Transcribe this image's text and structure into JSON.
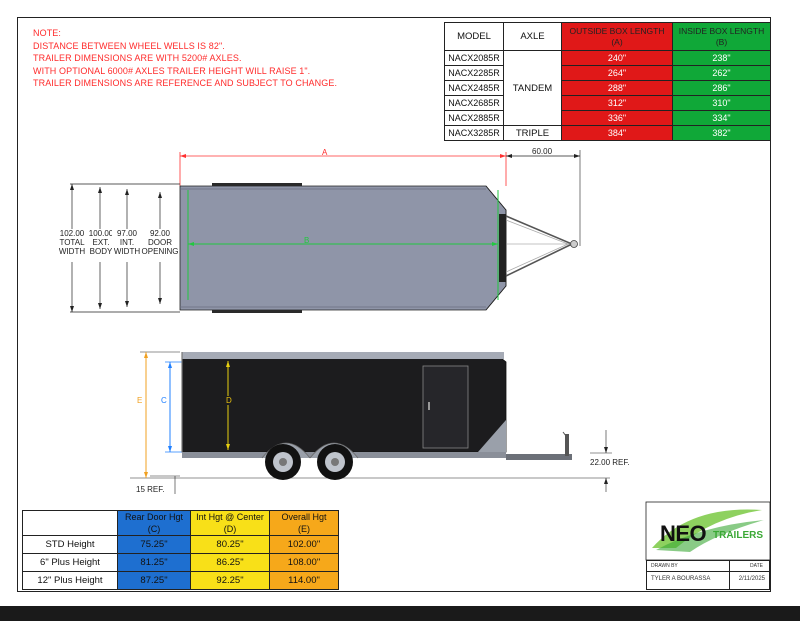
{
  "notes": [
    "NOTE:",
    "DISTANCE BETWEEN WHEEL WELLS IS 82\".",
    "TRAILER DIMENSIONS ARE WITH 5200# AXLES.",
    "WITH OPTIONAL 6000# AXLES TRAILER HEIGHT WILL RAISE 1\".",
    "TRAILER DIMENSIONS ARE REFERENCE AND SUBJECT TO CHANGE."
  ],
  "model_table": {
    "headers": {
      "model": "MODEL",
      "axle": "AXLE",
      "outside": "OUTSIDE BOX LENGTH",
      "outside_sub": "(A)",
      "inside": "INSIDE BOX LENGTH",
      "inside_sub": "(B)"
    },
    "rows": [
      {
        "model": "NACX2085R",
        "outside": "240\"",
        "inside": "238\""
      },
      {
        "model": "NACX2285R",
        "outside": "264\"",
        "inside": "262\""
      },
      {
        "model": "NACX2485R",
        "outside": "288\"",
        "inside": "286\""
      },
      {
        "model": "NACX2685R",
        "outside": "312\"",
        "inside": "310\""
      },
      {
        "model": "NACX2885R",
        "outside": "336\"",
        "inside": "334\""
      },
      {
        "model": "NACX3285R",
        "outside": "384\"",
        "inside": "382\""
      }
    ],
    "axle_tandem": "TANDEM",
    "axle_triple": "TRIPLE"
  },
  "top_view": {
    "dim_a": "A",
    "dim_b": "B",
    "tongue_length": "60.00",
    "total_width": "102.00\nTOTAL\nWIDTH",
    "ext_width": "100.00\nEXT.\nBODY",
    "int_width": "97.00\nINT.\nWIDTH",
    "door_opening": "92.00\nDOOR\nOPENING"
  },
  "side_view": {
    "dim_c": "C",
    "dim_d": "D",
    "dim_e": "E",
    "tongue_ref": "22.00 REF.",
    "ground_ref": "15 REF."
  },
  "height_table": {
    "headers": [
      {
        "title": "Rear Door Hgt",
        "sub": "(C)"
      },
      {
        "title": "Int Hgt @ Center",
        "sub": "(D)"
      },
      {
        "title": "Overall Hgt",
        "sub": "(E)"
      }
    ],
    "rows": [
      {
        "label": "STD Height",
        "c": "75.25\"",
        "d": "80.25\"",
        "e": "102.00\""
      },
      {
        "label": "6\" Plus Height",
        "c": "81.25\"",
        "d": "86.25\"",
        "e": "108.00\""
      },
      {
        "label": "12\" Plus Height",
        "c": "87.25\"",
        "d": "92.25\"",
        "e": "114.00\""
      }
    ]
  },
  "title_block": {
    "logo_main": "NEO",
    "logo_sub": "TRAILERS",
    "drawn_by_label": "DRAWN BY",
    "date_label": "DATE",
    "drawn_by": "TYLER A BOURASSA",
    "date": "2/11/2025"
  },
  "colors": {
    "note_red": "#ff2b2b",
    "outside_red": "#e01818",
    "inside_green": "#10a838",
    "rear_door_blue": "#1e6fd0",
    "int_yellow": "#f8e018",
    "overall_orange": "#f6a81a",
    "body_gray": "#8f95a8",
    "side_black": "#1c1c1e"
  }
}
